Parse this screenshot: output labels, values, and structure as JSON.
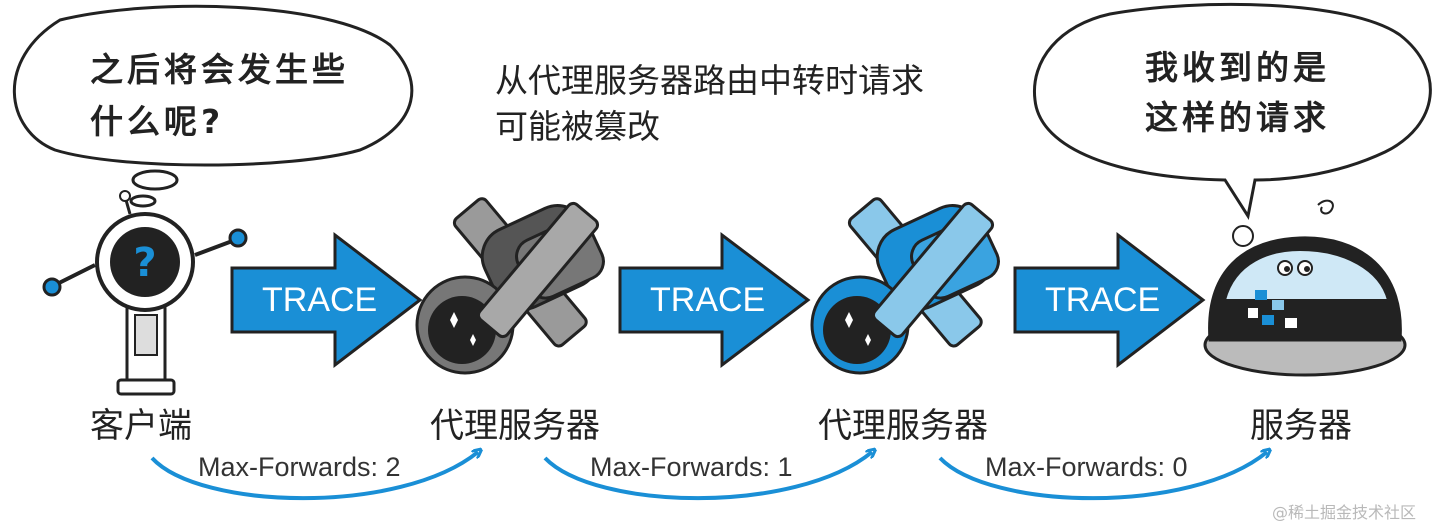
{
  "headline": {
    "line1": "从代理服务器路由中转时请求",
    "line2": "可能被篡改"
  },
  "client_bubble": {
    "line1": "之后将会发生些",
    "line2": "什么呢?"
  },
  "server_bubble": {
    "line1": "我收到的是",
    "line2": "这样的请求"
  },
  "nodes": [
    {
      "label": "客户端"
    },
    {
      "label": "代理服务器"
    },
    {
      "label": "代理服务器"
    },
    {
      "label": "服务器"
    }
  ],
  "arrows": [
    {
      "label": "TRACE"
    },
    {
      "label": "TRACE"
    },
    {
      "label": "TRACE"
    }
  ],
  "hops": [
    {
      "label": "Max-Forwards: 2"
    },
    {
      "label": "Max-Forwards: 1"
    },
    {
      "label": "Max-Forwards: 0"
    }
  ],
  "watermark": "@稀土掘金技术社区",
  "colors": {
    "accent": "#1a8fd6",
    "accent_light": "#8ac8ea",
    "ink": "#222222",
    "grey": "#888888"
  }
}
